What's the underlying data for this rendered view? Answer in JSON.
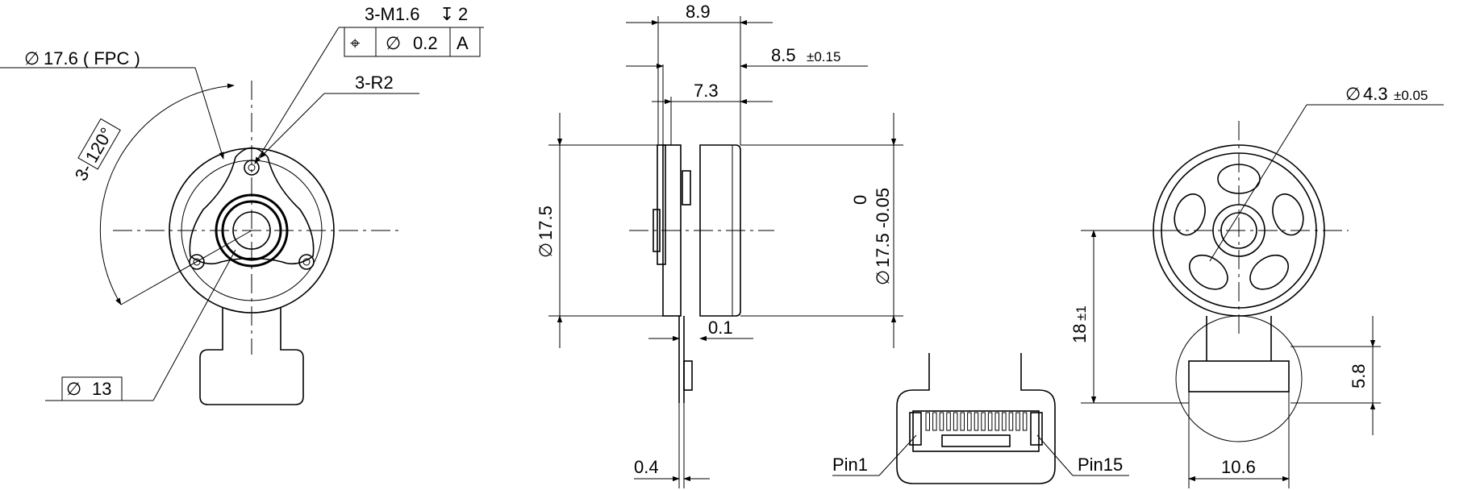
{
  "front_view": {
    "fpc_diameter": "17.6 ( FPC )",
    "hole_callout": "3-M1.6",
    "hole_depth": "2",
    "position_tolerance": "0.2",
    "datum": "A",
    "radius_callout": "3-R2",
    "angle_prefix": "3-",
    "angle": "120°",
    "bolt_circle": "13"
  },
  "side_view": {
    "width_overall": "8.9",
    "width_body": "8.5",
    "width_body_tol": "±0.15",
    "width_housing": "7.3",
    "diameter": "17.5",
    "diameter_tol": "17.5 -0.05",
    "diameter_tol_upper": "0",
    "gap": "0.1",
    "fpc_thickness": "0.4"
  },
  "connector_view": {
    "pin_first": "Pin1",
    "pin_last": "Pin15"
  },
  "rear_view": {
    "bore": "4.3",
    "bore_tol": "±0.05",
    "length": "18",
    "length_tol": "±1",
    "tab_height": "5.8",
    "tab_width": "10.6"
  },
  "symbols": {
    "diameter": "∅",
    "depth": "↧",
    "position": "⌖"
  }
}
